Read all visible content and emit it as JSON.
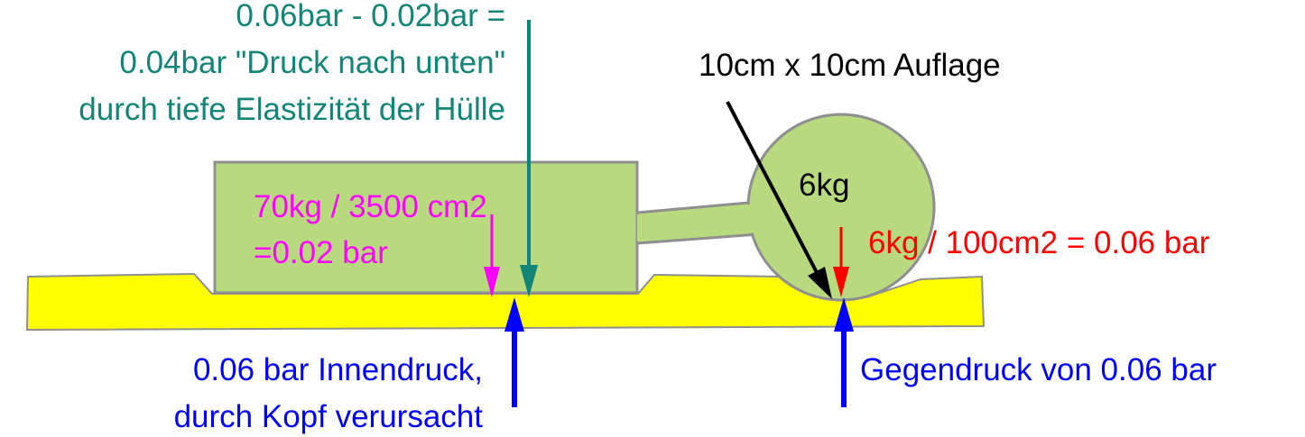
{
  "labels": {
    "teal_line1": "0.06bar - 0.02bar =",
    "teal_line2": "0.04bar \"Druck nach unten\"",
    "teal_line3": "durch tiefe Elastizität der Hülle",
    "auflage": "10cm x 10cm Auflage",
    "head_mass": "6kg",
    "body_line1": "70kg / 3500 cm2",
    "body_line2": "=0.02 bar",
    "head_pressure": "6kg / 100cm2 = 0.06 bar",
    "inner_line1": "0.06 bar Innendruck,",
    "inner_line2": "durch Kopf verursacht",
    "counter": "Gegendruck von 0.06 bar"
  },
  "colors": {
    "teal": "#138577",
    "magenta": "#ff00ff",
    "red": "#ff0000",
    "blue": "#0000ff",
    "black": "#000000",
    "mattress": "#ffff00",
    "figure_fill": "#b8d97e",
    "figure_stroke": "#8f8f8f"
  }
}
